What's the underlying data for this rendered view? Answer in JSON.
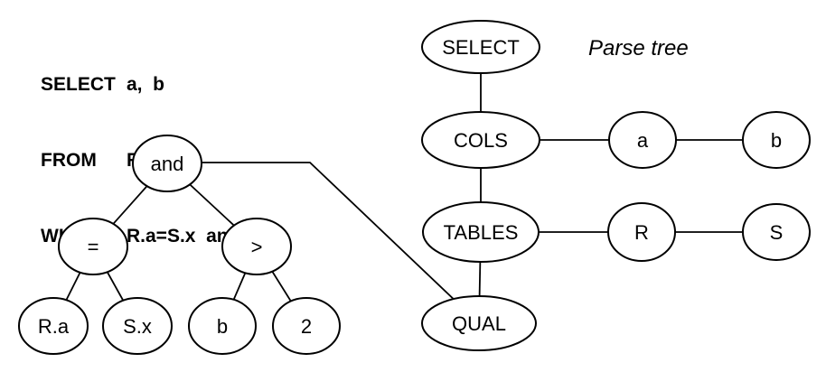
{
  "colors": {
    "ink": "#000000",
    "background": "#ffffff"
  },
  "query": {
    "rows": [
      {
        "keyword": "SELECT",
        "args": "a,  b"
      },
      {
        "keyword": "FROM",
        "args": "R, S"
      },
      {
        "keyword": "WHERE",
        "args": "R.a=S.x  and  b>2"
      }
    ]
  },
  "caption": "Parse tree",
  "parse_tree": {
    "root": "SELECT",
    "cols": "COLS",
    "tables": "TABLES",
    "qual": "QUAL",
    "col_a": "a",
    "col_b": "b",
    "table_r": "R",
    "table_s": "S"
  },
  "where_tree": {
    "and": "and",
    "eq": "=",
    "gt": ">",
    "ra": "R.a",
    "sx": "S.x",
    "b": "b",
    "two": "2"
  }
}
